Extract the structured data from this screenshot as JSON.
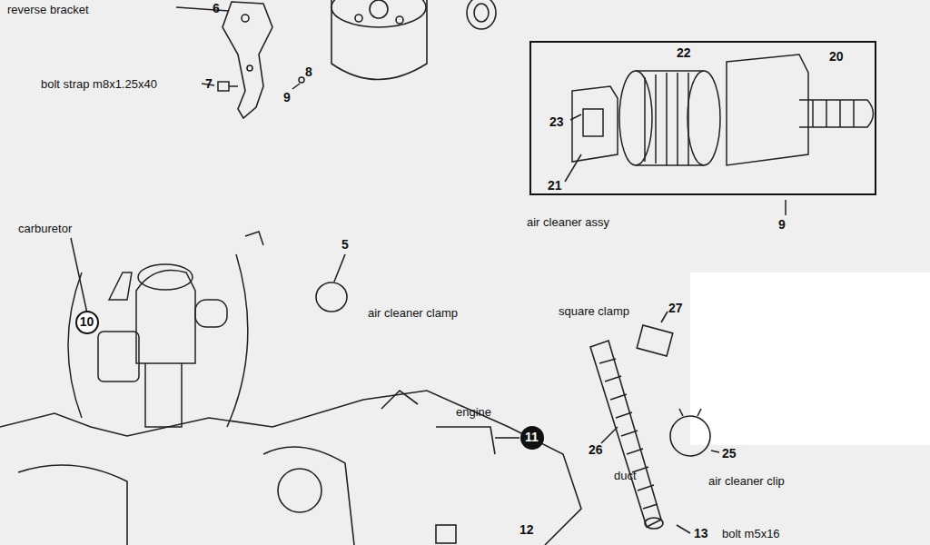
{
  "diagram": {
    "nodes": [
      {
        "text": [
          "22",
          "20",
          "23",
          "21"
        ]
      },
      {
        "text": [
          "10"
        ]
      },
      {
        "text": [
          "11"
        ]
      }
    ],
    "labels": [
      "reverse bracket",
      "6",
      "bolt strap m8x1.25x40",
      "7",
      "8",
      "9",
      "air cleaner assy",
      "9",
      "carburetor",
      "5",
      "air cleaner clamp",
      "square clamp",
      "27",
      "engine",
      "26",
      "duct",
      "25",
      "air cleaner clip",
      "12",
      "13",
      "bolt m5x16"
    ]
  }
}
